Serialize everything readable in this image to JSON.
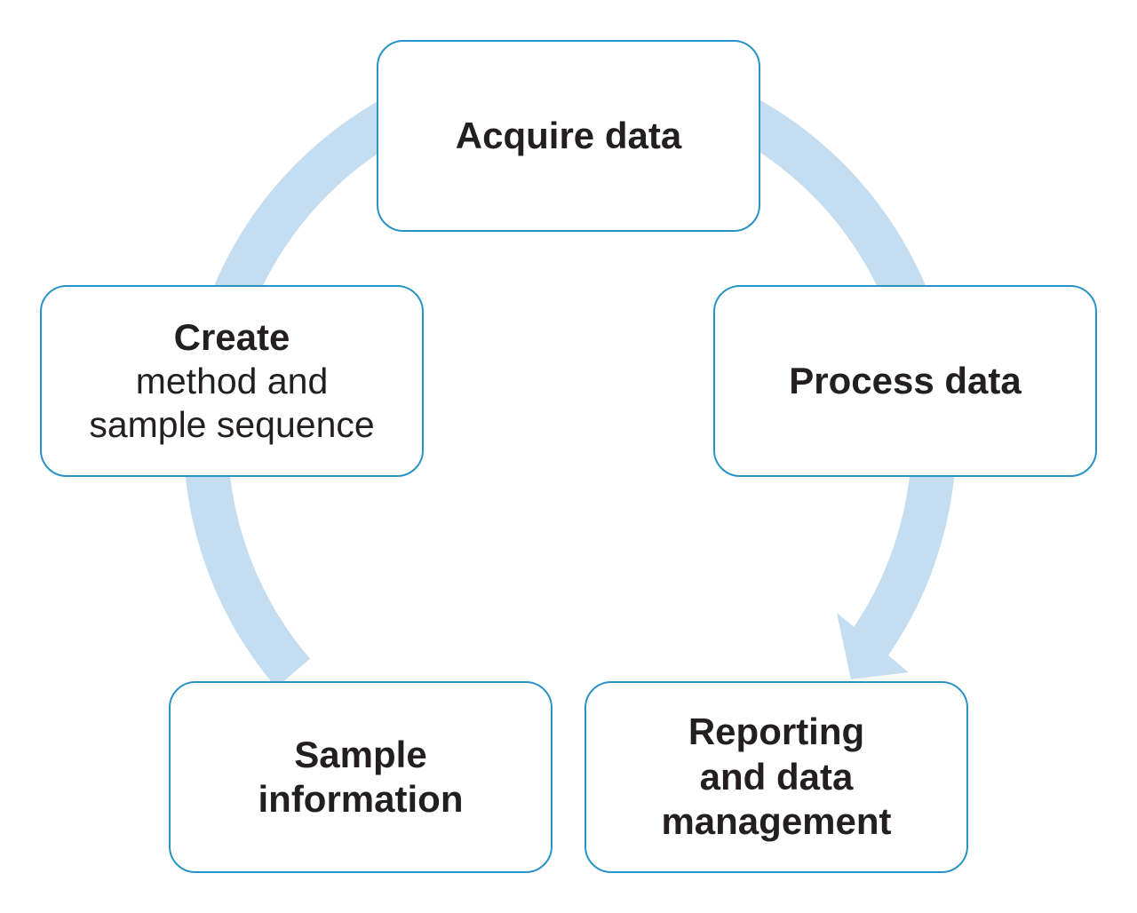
{
  "colors": {
    "ring": "#c5ddf1",
    "box_border": "#2a93c6",
    "text": "#231f20",
    "background": "#ffffff"
  },
  "nodes": {
    "acquire": {
      "line1": "Acquire data"
    },
    "process": {
      "line1": "Process data"
    },
    "report": {
      "line1": "Reporting",
      "line2": "and data",
      "line3": "management"
    },
    "sample": {
      "line1": "Sample",
      "line2": "information"
    },
    "create": {
      "heading": "Create",
      "line2": "method and",
      "line3": "sample sequence"
    }
  }
}
